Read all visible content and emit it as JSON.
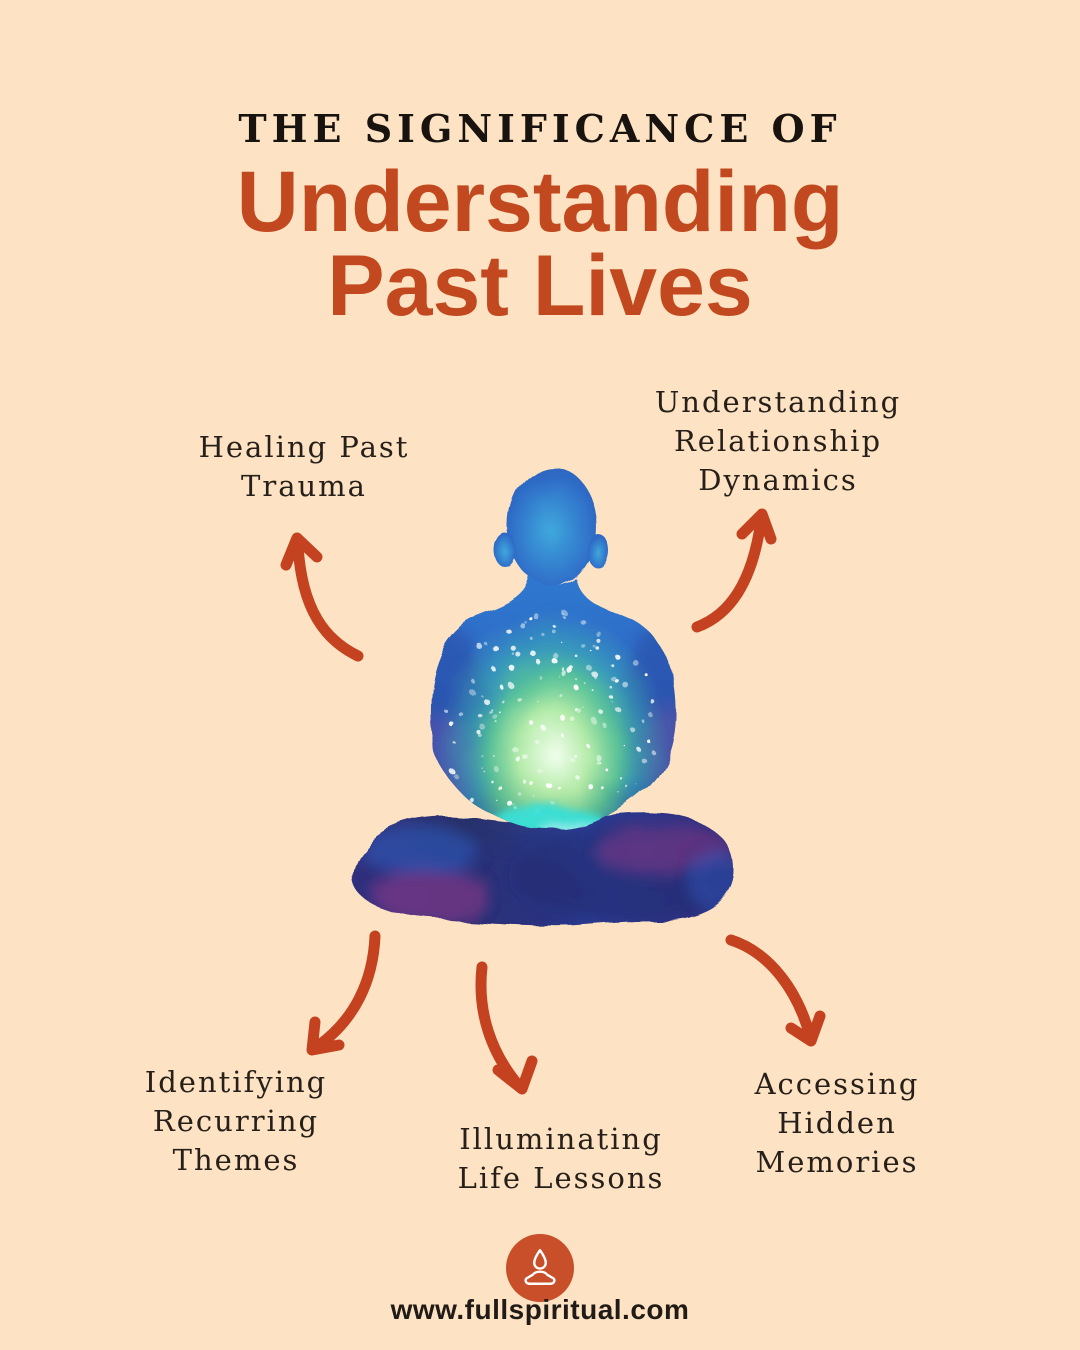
{
  "colors": {
    "background": "#fde3c3",
    "accent_orange": "#c2491f",
    "arrow_orange": "#c4421f",
    "text_dark": "#27201a",
    "logo_background": "#c94e2a"
  },
  "header": {
    "kicker": "THE SIGNIFICANCE OF",
    "title": "Understanding\nPast Lives"
  },
  "benefits": [
    {
      "label": "Healing Past\nTrauma"
    },
    {
      "label": "Understanding\nRelationship\nDynamics"
    },
    {
      "label": "Identifying\nRecurring\nThemes"
    },
    {
      "label": "Illuminating\nLife Lessons"
    },
    {
      "label": "Accessing\nHidden Memories"
    }
  ],
  "illustration": {
    "name": "watercolor-meditation-figure"
  },
  "footer": {
    "logo_icon": "meditation-flame-icon",
    "website": "www.fullspiritual.com"
  }
}
